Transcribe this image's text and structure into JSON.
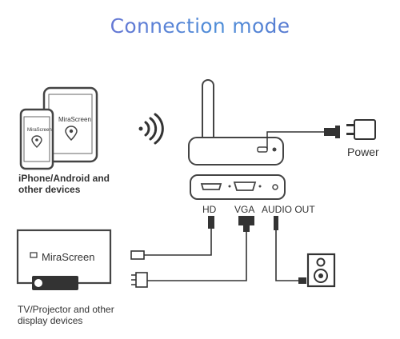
{
  "title": "Connection mode",
  "devices": {
    "mobile_line1": "iPhone/Android and",
    "mobile_line2": "other devices",
    "display_line1": "TV/Projector and other",
    "display_line2": "display devices"
  },
  "power_label": "Power",
  "ports": {
    "hd": "HD",
    "vga": "VGA",
    "audio": "AUDIO OUT"
  },
  "screen_brand": "MiraScreen",
  "colors": {
    "title_start": "#7a5fd0",
    "title_end": "#4f8fd8",
    "line": "#333333",
    "outline": "#4a4a4a"
  }
}
